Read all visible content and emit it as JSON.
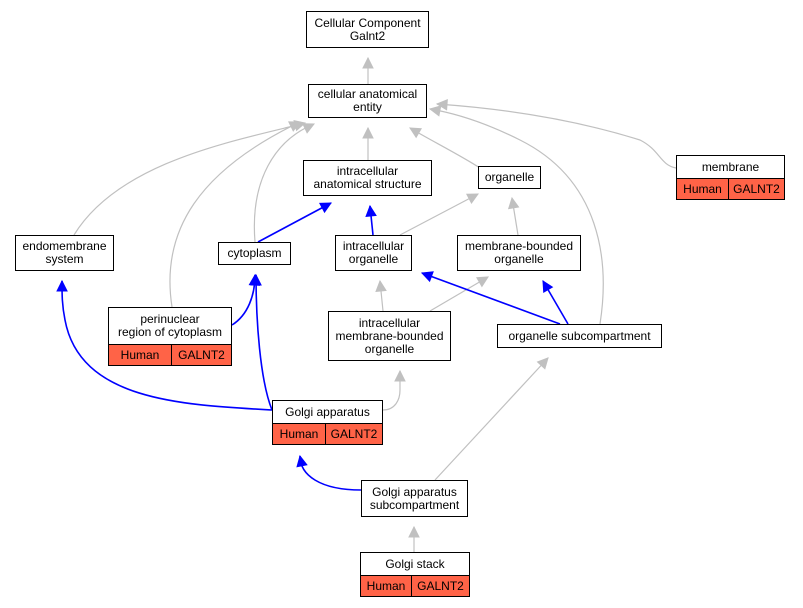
{
  "colors": {
    "is_a": "#c0c0c0",
    "part_of": "#0000ff",
    "annotation": "#ff6347",
    "node_border": "#000000"
  },
  "nodes": {
    "root": {
      "label": "Cellular Component\nGalnt2"
    },
    "cae": {
      "label": "cellular anatomical\nentity"
    },
    "ias": {
      "label": "intracellular\nanatomical structure"
    },
    "organelle": {
      "label": "organelle"
    },
    "membrane": {
      "label": "membrane",
      "species": "Human",
      "gene": "GALNT2"
    },
    "endo": {
      "label": "endomembrane\nsystem"
    },
    "cyto": {
      "label": "cytoplasm"
    },
    "io": {
      "label": "intracellular\norganelle"
    },
    "mbo": {
      "label": "membrane-bounded\norganelle"
    },
    "peri": {
      "label": "perinuclear\nregion of cytoplasm",
      "species": "Human",
      "gene": "GALNT2"
    },
    "imbo": {
      "label": "intracellular\nmembrane-bounded\norganelle"
    },
    "osc": {
      "label": "organelle subcompartment"
    },
    "golgi": {
      "label": "Golgi apparatus",
      "species": "Human",
      "gene": "GALNT2"
    },
    "gasc": {
      "label": "Golgi apparatus\nsubcompartment"
    },
    "gstack": {
      "label": "Golgi stack",
      "species": "Human",
      "gene": "GALNT2"
    }
  },
  "edges": [
    {
      "from": "cae",
      "to": "root",
      "relation": "is_a"
    },
    {
      "from": "ias",
      "to": "cae",
      "relation": "is_a"
    },
    {
      "from": "organelle",
      "to": "cae",
      "relation": "is_a"
    },
    {
      "from": "membrane",
      "to": "cae",
      "relation": "is_a"
    },
    {
      "from": "endo",
      "to": "cae",
      "relation": "is_a"
    },
    {
      "from": "cyto",
      "to": "cae",
      "relation": "is_a"
    },
    {
      "from": "peri",
      "to": "cae",
      "relation": "is_a"
    },
    {
      "from": "osc",
      "to": "cae",
      "relation": "is_a"
    },
    {
      "from": "cyto",
      "to": "ias",
      "relation": "part_of"
    },
    {
      "from": "io",
      "to": "ias",
      "relation": "part_of"
    },
    {
      "from": "io",
      "to": "organelle",
      "relation": "is_a"
    },
    {
      "from": "mbo",
      "to": "organelle",
      "relation": "is_a"
    },
    {
      "from": "peri",
      "to": "cyto",
      "relation": "part_of"
    },
    {
      "from": "imbo",
      "to": "io",
      "relation": "is_a"
    },
    {
      "from": "imbo",
      "to": "mbo",
      "relation": "is_a"
    },
    {
      "from": "osc",
      "to": "io",
      "relation": "part_of"
    },
    {
      "from": "osc",
      "to": "mbo",
      "relation": "part_of"
    },
    {
      "from": "golgi",
      "to": "endo",
      "relation": "part_of"
    },
    {
      "from": "golgi",
      "to": "cyto",
      "relation": "part_of"
    },
    {
      "from": "golgi",
      "to": "imbo",
      "relation": "is_a"
    },
    {
      "from": "gasc",
      "to": "golgi",
      "relation": "part_of"
    },
    {
      "from": "gasc",
      "to": "osc",
      "relation": "is_a"
    },
    {
      "from": "gstack",
      "to": "gasc",
      "relation": "is_a"
    }
  ]
}
